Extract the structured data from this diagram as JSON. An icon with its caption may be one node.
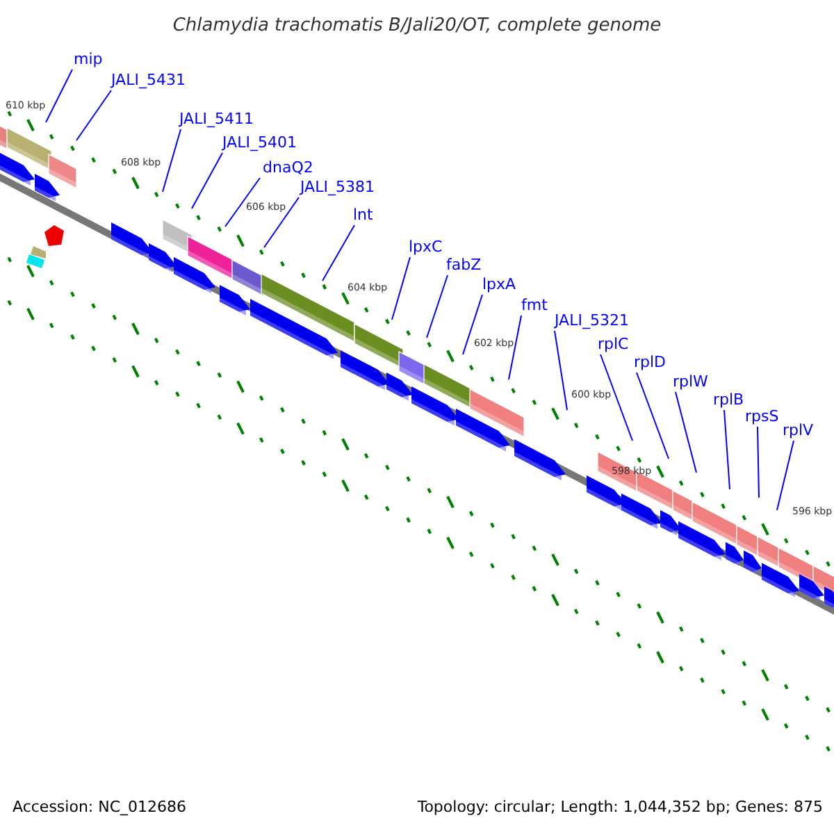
{
  "diagram": {
    "title": "Chlamydia trachomatis B/Jali20/OT, complete genome",
    "nodes": [
      {
        "text": [
          "mip"
        ]
      },
      {
        "text": [
          "JALI_5431"
        ]
      },
      {
        "text": [
          "JALI_5411"
        ]
      },
      {
        "text": [
          "JALI_5401"
        ]
      },
      {
        "text": [
          "dnaQ2"
        ]
      },
      {
        "text": [
          "JALI_5381"
        ]
      },
      {
        "text": [
          "lnt"
        ]
      },
      {
        "text": [
          "lpxC"
        ]
      },
      {
        "text": [
          "fabZ"
        ]
      },
      {
        "text": [
          "lpxA"
        ]
      },
      {
        "text": [
          "fmt"
        ]
      },
      {
        "text": [
          "JALI_5321"
        ]
      },
      {
        "text": [
          "rplC"
        ]
      },
      {
        "text": [
          "rplD"
        ]
      },
      {
        "text": [
          "rplW"
        ]
      },
      {
        "text": [
          "rplB"
        ]
      },
      {
        "text": [
          "rpsS"
        ]
      },
      {
        "text": [
          "rplV"
        ]
      }
    ],
    "edges": [
      {
        "from": 0,
        "to": null,
        "arrow": "none"
      },
      {
        "from": 1,
        "to": null,
        "arrow": "none"
      },
      {
        "from": 2,
        "to": null,
        "arrow": "none"
      },
      {
        "from": 3,
        "to": null,
        "arrow": "none"
      },
      {
        "from": 4,
        "to": null,
        "arrow": "none"
      },
      {
        "from": 5,
        "to": null,
        "arrow": "none"
      },
      {
        "from": 6,
        "to": null,
        "arrow": "none"
      },
      {
        "from": 7,
        "to": null,
        "arrow": "none"
      },
      {
        "from": 8,
        "to": null,
        "arrow": "none"
      },
      {
        "from": 9,
        "to": null,
        "arrow": "none"
      },
      {
        "from": 10,
        "to": null,
        "arrow": "none"
      },
      {
        "from": 11,
        "to": null,
        "arrow": "none"
      },
      {
        "from": 12,
        "to": null,
        "arrow": "none"
      },
      {
        "from": 13,
        "to": null,
        "arrow": "none"
      },
      {
        "from": 14,
        "to": null,
        "arrow": "none"
      },
      {
        "from": 15,
        "to": null,
        "arrow": "none"
      },
      {
        "from": 16,
        "to": null,
        "arrow": "none"
      },
      {
        "from": 17,
        "to": null,
        "arrow": "none"
      }
    ],
    "labels": [
      "610 kbp",
      "608 kbp",
      "606 kbp",
      "604 kbp",
      "602 kbp",
      "600 kbp",
      "598 kbp",
      "596 kbp",
      "Accession: NC_012686",
      "Topology: circular; Length: 1,044,352 bp; Genes: 875"
    ]
  }
}
